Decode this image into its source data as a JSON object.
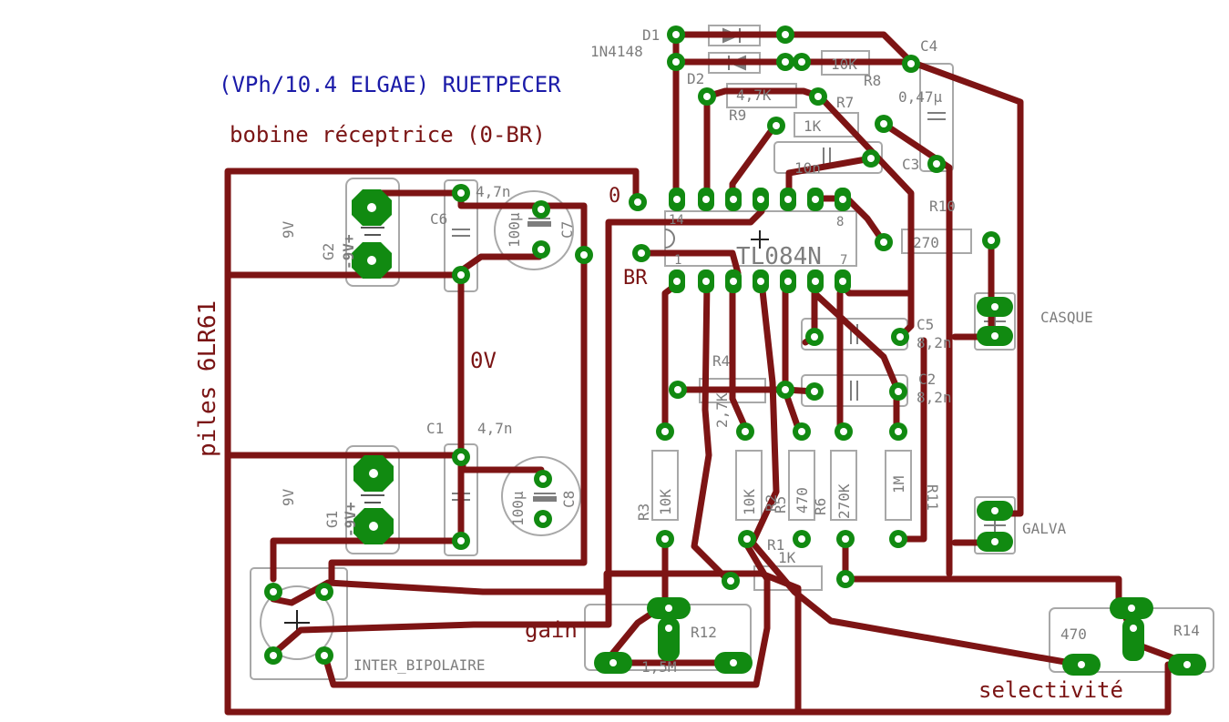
{
  "title": "(VPh/10.4 ELGAE) RUETPECER",
  "texts": {
    "bobine": "bobine réceptrice (0-BR)",
    "piles": "piles 6LR61",
    "zero": "0",
    "br": "BR",
    "zero_v": "0V",
    "gain": "gain",
    "selectivite": "selectivité",
    "casque": "CASQUE",
    "galva": "GALVA",
    "inter": "INTER_BIPOLAIRE",
    "ic": "TL084N",
    "pin14": "14",
    "pin8": "8",
    "pin1": "1",
    "pin7": "7"
  },
  "parts": {
    "D1": "D1",
    "D2": "D2",
    "D_value": "1N4148",
    "R8": "R8",
    "R8_val": "10K",
    "R9": "R9",
    "R9_val": "4,7K",
    "R7": "R7",
    "R7_val": "1K",
    "C4": "C4",
    "C4_val": "0,47μ",
    "C3": "C3",
    "C3_val": "10n",
    "R10": "R10",
    "R10_val": "270",
    "C5": "C5",
    "C5_val": "8,2n",
    "C2": "C2",
    "C2_val": "8,2n",
    "R4": "R4",
    "R4_val": "2,7K",
    "R3": "R3",
    "R3_val": "10K",
    "R2": "R2",
    "R2_val": "10K",
    "R5": "R5",
    "R5_val": "470",
    "R6": "R6",
    "R6_val": "270K",
    "R11": "R11",
    "R11_val": "1M",
    "R1": "R1",
    "R1_val": "1K",
    "R12": "R12",
    "R12_val": "1,5M",
    "R14": "R14",
    "R14_val": "470",
    "C6": "C6",
    "C6_val": "4,7n",
    "C7": "C7",
    "C7_val": "100μ",
    "C1": "C1",
    "C1_val": "4,7n",
    "C8": "C8",
    "C8_val": "100μ",
    "G1": "G1",
    "G2": "G2",
    "G_val": "9V",
    "G_label": "-9V+"
  },
  "colors": {
    "trace": "#7d1414",
    "pad": "#118a11",
    "outline": "#a8a8a8",
    "title": "#1a1aa8"
  }
}
